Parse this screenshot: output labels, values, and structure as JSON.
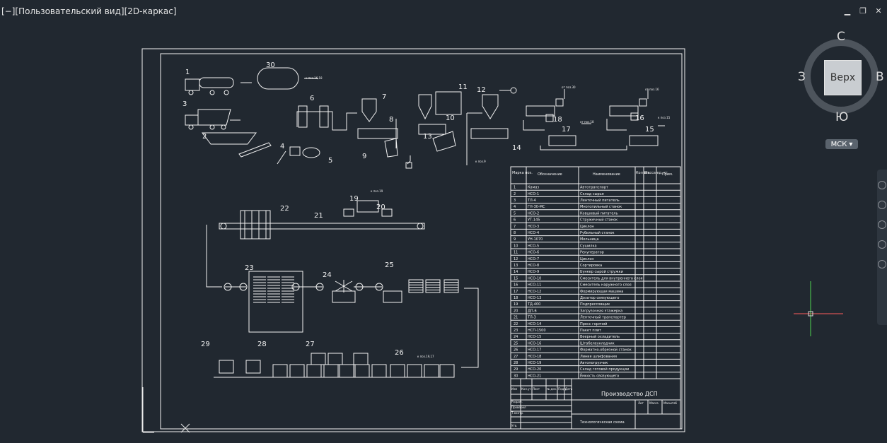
{
  "viewport": {
    "label": "[−][Пользовательский вид][2D-каркас]"
  },
  "viewcube": {
    "face": "Верх",
    "north": "С",
    "south": "Ю",
    "west": "З",
    "east": "В",
    "ucs": "МСК"
  },
  "drawing": {
    "title_main": "Производство ДСП",
    "title_sub": "Технологическая схема",
    "spec_headers": [
      "Марка поз.",
      "Обозначение",
      "Наименование",
      "Кол шт.",
      "Масса ед. кг",
      "Прим."
    ],
    "spec_rows": [
      [
        "1",
        "Камаз",
        "Автотранспорт"
      ],
      [
        "2",
        "НСО-1",
        "Склад сырья"
      ],
      [
        "3",
        "ТЛ-4",
        "Ленточный питатель"
      ],
      [
        "4",
        "ГН-30-МС",
        "Многопильный станок"
      ],
      [
        "5",
        "НСО-2",
        "Ковшовый питатель"
      ],
      [
        "6",
        "УТ-145",
        "Стружечный станок"
      ],
      [
        "7",
        "НСО-3",
        "Циклон"
      ],
      [
        "8",
        "НСО-4",
        "Рубильный станок"
      ],
      [
        "9",
        "УН-1070",
        "Мельница"
      ],
      [
        "10",
        "НСО-5",
        "Сушилка"
      ],
      [
        "11",
        "НСО-6",
        "Рекуператор"
      ],
      [
        "12",
        "НСО-7",
        "Циклон"
      ],
      [
        "13",
        "НСО-8",
        "Сортировка"
      ],
      [
        "14",
        "НСО-9",
        "Бункер сырой стружки"
      ],
      [
        "15",
        "НСО-10",
        "Смеситель для внутреннего слоя"
      ],
      [
        "16",
        "НСО-11",
        "Смеситель наружного слоя"
      ],
      [
        "17",
        "НСО-12",
        "Формирующая машина"
      ],
      [
        "18",
        "НСО-13",
        "Дозатор связующего"
      ],
      [
        "19",
        "ТД-400",
        "Подпрессовщик"
      ],
      [
        "20",
        "ДП-6",
        "Загрузочная этажерка"
      ],
      [
        "21",
        "ТЛ-3",
        "Ленточный транспортер"
      ],
      [
        "22",
        "НСО-14",
        "Пресс горячий"
      ],
      [
        "23",
        "НСП-1500",
        "Пакет плит"
      ],
      [
        "24",
        "НСО-15",
        "Веерный охладитель"
      ],
      [
        "25",
        "НСО-16",
        "Штабелеукладчик"
      ],
      [
        "26",
        "НСО-17",
        "Форматно-обрезной станок"
      ],
      [
        "27",
        "НСО-18",
        "Линия шлифования"
      ],
      [
        "28",
        "НСО-19",
        "Автопогрузчик"
      ],
      [
        "29",
        "НСО-20",
        "Склад готовой продукции"
      ],
      [
        "30",
        "НСО-21",
        "Ёмкость связующего"
      ]
    ],
    "position_labels": [
      "1",
      "30",
      "3",
      "6",
      "2",
      "7",
      "8",
      "9",
      "10",
      "11",
      "12",
      "13",
      "14",
      "4",
      "5",
      "16",
      "17",
      "18",
      "15",
      "19",
      "20",
      "22",
      "21",
      "23",
      "24",
      "25",
      "26",
      "27",
      "28",
      "29"
    ],
    "notes": {
      "n1": "к поз.16,18",
      "n2": "от поз.30",
      "n3": "от поз.16",
      "n4": "к поз.19",
      "n5": "от поз.18",
      "n6": "к поз.15",
      "n7": "к поз.19,17",
      "n8": "к поз.9"
    },
    "stamp_cells": [
      "Изм",
      "Кол.уч",
      "Лист",
      "№ док.",
      "Подп.",
      "Дата",
      "Разраб.",
      "Проверил",
      "Т.контр.",
      "Утв.",
      "Лит",
      "Масса",
      "Масштаб"
    ]
  }
}
